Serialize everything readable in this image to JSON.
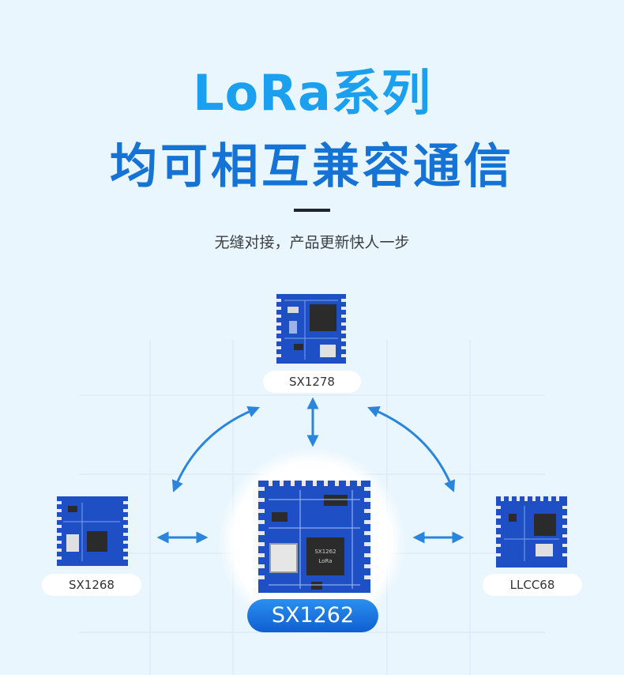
{
  "header": {
    "title": "LoRa系列",
    "headline": "均可相互兼容通信",
    "subtitle": "无缝对接，产品更新快人一步"
  },
  "modules": {
    "top": "SX1278",
    "left": "SX1268",
    "right": "LLCC68",
    "center": "SX1262"
  },
  "chip_markings": {
    "center_chip": [
      "SX1262",
      "LoRa"
    ]
  },
  "colors": {
    "title": "#1aa0ee",
    "headline": "#1673d6",
    "pcb": "#1e4fc4",
    "arrow": "#2a86dc"
  },
  "icons": {
    "arrows": "double-headed-arrow-icon"
  }
}
